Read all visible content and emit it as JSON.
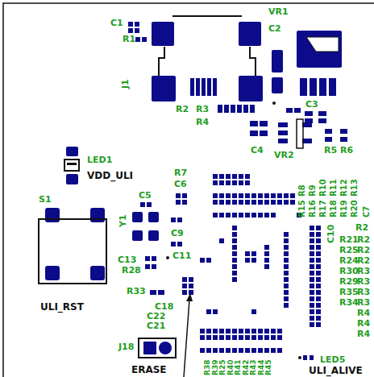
{
  "diagram": {
    "labels": [
      "C1",
      "R1",
      "VR1",
      "C2",
      "J1",
      "R2",
      "R3",
      "R4",
      "C3",
      "C4",
      "VR2",
      "R5",
      "R6",
      "LED1",
      "VDD_ULI",
      "S1",
      "ULI_RST",
      "R7",
      "C6",
      "C5",
      "Y1",
      "C9",
      "C13",
      "R28",
      "C11",
      "R33",
      "C18",
      "C22",
      "C21",
      "J18",
      "ERASE",
      "R8",
      "R9",
      "R10",
      "R11",
      "R12",
      "R13",
      "R15",
      "R16",
      "R17",
      "R18",
      "R19",
      "R20",
      "C7",
      "C10",
      "R2",
      "R21",
      "R2",
      "R25",
      "R2",
      "R24",
      "R2",
      "R30",
      "R3",
      "R29",
      "R3",
      "R35",
      "R3",
      "R34",
      "R3",
      "R4",
      "R4",
      "R4",
      "LED5",
      "ULI_ALIVE",
      "R38",
      "R39",
      "R25",
      "R40",
      "R41",
      "R42",
      "R43",
      "R44",
      "R45"
    ]
  }
}
